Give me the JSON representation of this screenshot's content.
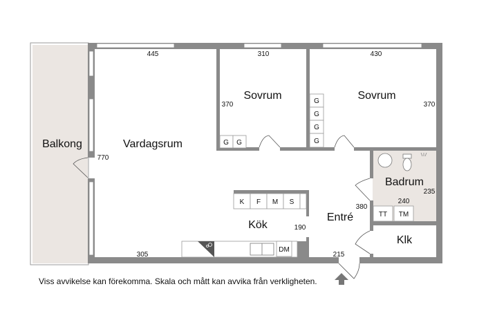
{
  "rooms": {
    "balkong": "Balkong",
    "vardagsrum": "Vardagsrum",
    "sovrum1": "Sovrum",
    "sovrum2": "Sovrum",
    "badrum": "Badrum",
    "kok": "Kök",
    "entre": "Entré",
    "klk": "Klk"
  },
  "dimensions": {
    "vardagsrum_top": "445",
    "vardagsrum_side": "770",
    "vardagsrum_bottom": "305",
    "sovrum1_top": "310",
    "sovrum1_side": "370",
    "sovrum2_top": "430",
    "sovrum2_side": "370",
    "badrum_side": "235",
    "badrum_bottom": "240",
    "entre_side": "380",
    "kok_side": "190",
    "entre_bottom": "215"
  },
  "fixtures": {
    "wardrobe": "G",
    "kitchen": [
      "K",
      "F",
      "M",
      "S"
    ],
    "dishwasher": "DM",
    "tumble_dryer": "TT",
    "washing_machine": "TM"
  },
  "colors": {
    "wall": "#8a8a8a",
    "tile": "#ebe6e2"
  },
  "disclaimer": "Viss avvikelse kan förekomma. Skala och mått kan avvika från verkligheten."
}
